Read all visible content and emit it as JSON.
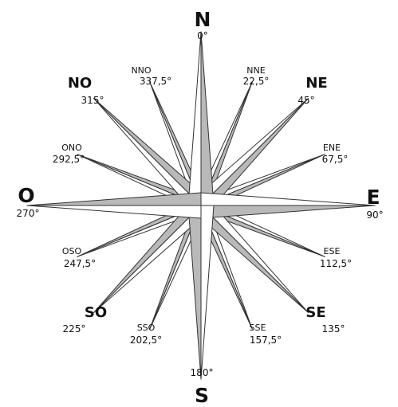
{
  "directions": [
    {
      "key": "N",
      "name": "N",
      "degrees": "0°"
    },
    {
      "key": "NNE",
      "name": "NNE",
      "degrees": "22,5°"
    },
    {
      "key": "NE",
      "name": "NE",
      "degrees": "45°"
    },
    {
      "key": "ENE",
      "name": "ENE",
      "degrees": "67,5°"
    },
    {
      "key": "E",
      "name": "E",
      "degrees": "90°"
    },
    {
      "key": "ESE",
      "name": "ESE",
      "degrees": "112,5°"
    },
    {
      "key": "SE",
      "name": "SE",
      "degrees": "135°"
    },
    {
      "key": "SSE",
      "name": "SSE",
      "degrees": "157,5°"
    },
    {
      "key": "S",
      "name": "S",
      "degrees": "180°"
    },
    {
      "key": "SSO",
      "name": "SSO",
      "degrees": "202,5°"
    },
    {
      "key": "SO",
      "name": "SO",
      "degrees": "225°"
    },
    {
      "key": "OSO",
      "name": "OSO",
      "degrees": "247,5°"
    },
    {
      "key": "O",
      "name": "O",
      "degrees": "270°"
    },
    {
      "key": "ONO",
      "name": "ONO",
      "degrees": "292,5°"
    },
    {
      "key": "NO",
      "name": "NO",
      "degrees": "315°"
    },
    {
      "key": "NNO",
      "name": "NNO",
      "degrees": "337,5°"
    }
  ],
  "colors": {
    "light_face": "#ffffff",
    "shade_face": "#b9b9b9",
    "outline": "#333333",
    "text": "#111111"
  }
}
